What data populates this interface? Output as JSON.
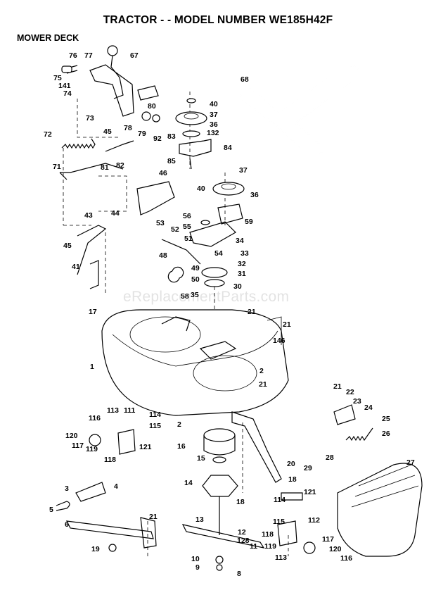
{
  "header": {
    "title": "TRACTOR - - MODEL NUMBER WE185H42F",
    "section": "MOWER DECK"
  },
  "watermark": "eReplacementParts.com",
  "part_labels": [
    "76",
    "67",
    "77",
    "75",
    "141",
    "74",
    "80",
    "73",
    "78",
    "79",
    "92",
    "72",
    "45",
    "81",
    "82",
    "71",
    "40",
    "37",
    "36",
    "83",
    "132",
    "84",
    "85",
    "46",
    "68",
    "37",
    "40",
    "36",
    "44",
    "56",
    "59",
    "43",
    "53",
    "52",
    "55",
    "51",
    "34",
    "48",
    "54",
    "33",
    "45",
    "49",
    "32",
    "31",
    "50",
    "58",
    "41",
    "35",
    "30",
    "21",
    "17",
    "21",
    "146",
    "1",
    "2",
    "21",
    "116",
    "113",
    "111",
    "114",
    "115",
    "120",
    "117",
    "119",
    "121",
    "118",
    "21",
    "22",
    "23",
    "24",
    "25",
    "26",
    "27",
    "28",
    "29",
    "2",
    "16",
    "15",
    "20",
    "14",
    "18",
    "18",
    "114",
    "121",
    "3",
    "4",
    "5",
    "21",
    "6",
    "13",
    "115",
    "112",
    "12",
    "128",
    "118",
    "117",
    "11",
    "119",
    "120",
    "19",
    "10",
    "9",
    "113",
    "116",
    "8"
  ]
}
